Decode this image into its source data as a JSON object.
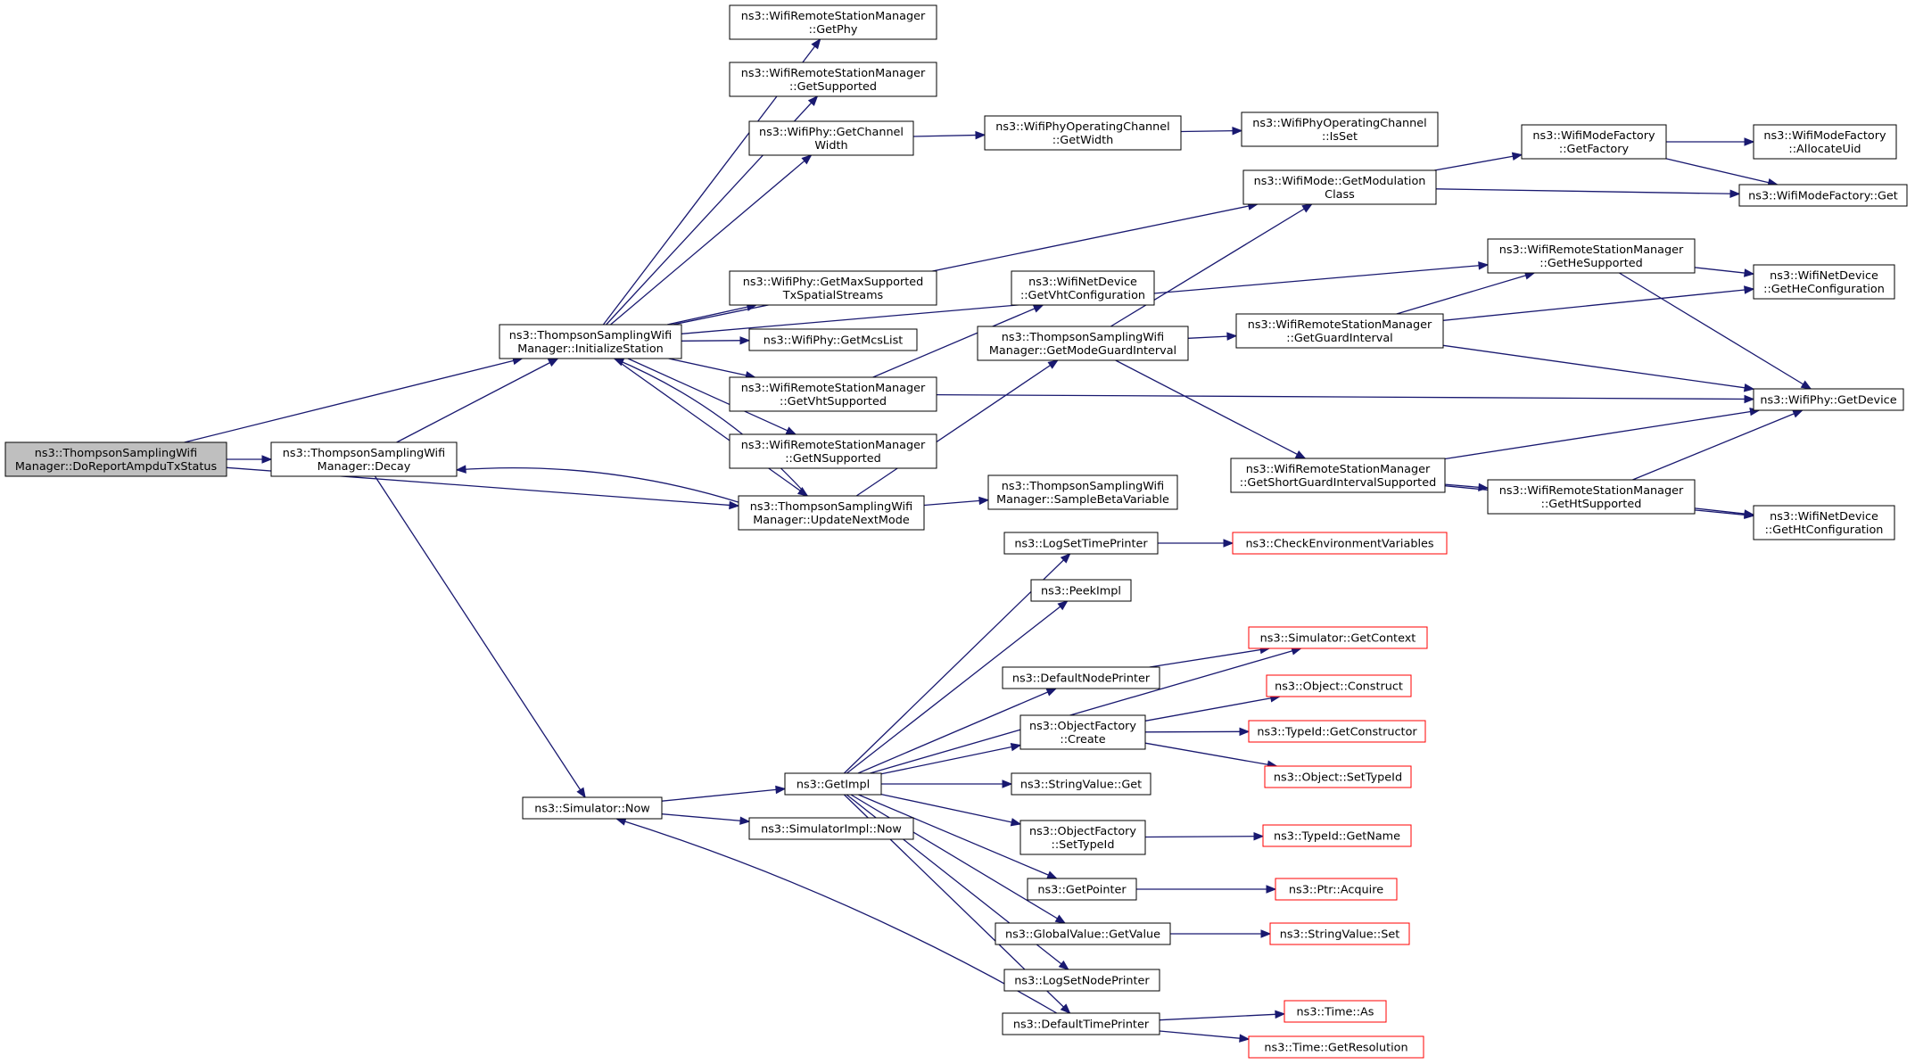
{
  "graph": {
    "nodes": {
      "dorep": [
        "ns3::ThompsonSamplingWifi",
        "Manager::DoReportAmpduTxStatus"
      ],
      "decay": [
        "ns3::ThompsonSamplingWifi",
        "Manager::Decay"
      ],
      "init": [
        "ns3::ThompsonSamplingWifi",
        "Manager::InitializeStation"
      ],
      "upd": [
        "ns3::ThompsonSamplingWifi",
        "Manager::UpdateNextMode"
      ],
      "simnow": [
        "ns3::Simulator::Now"
      ],
      "getphy": [
        "ns3::WifiRemoteStationManager",
        "::GetPhy"
      ],
      "getsup": [
        "ns3::WifiRemoteStationManager",
        "::GetSupported"
      ],
      "chw": [
        "ns3::WifiPhy::GetChannel",
        "Width"
      ],
      "maxsup": [
        "ns3::WifiPhy::GetMaxSupported",
        "TxSpatialStreams"
      ],
      "mcs": [
        "ns3::WifiPhy::GetMcsList"
      ],
      "vhtsup": [
        "ns3::WifiRemoteStationManager",
        "::GetVhtSupported"
      ],
      "nsup": [
        "ns3::WifiRemoteStationManager",
        "::GetNSupported"
      ],
      "beta": [
        "ns3::ThompsonSamplingWifi",
        "Manager::SampleBetaVariable"
      ],
      "getimpl": [
        "ns3::GetImpl"
      ],
      "implnow": [
        "ns3::SimulatorImpl::Now"
      ],
      "opwidth": [
        "ns3::WifiPhyOperatingChannel",
        "::GetWidth"
      ],
      "vhtconf": [
        "ns3::WifiNetDevice",
        "::GetVhtConfiguration"
      ],
      "mgi": [
        "ns3::ThompsonSamplingWifi",
        "Manager::GetModeGuardInterval"
      ],
      "opisset": [
        "ns3::WifiPhyOperatingChannel",
        "::IsSet"
      ],
      "modcls": [
        "ns3::WifiMode::GetModulation",
        "Class"
      ],
      "hesup": [
        "ns3::WifiRemoteStationManager",
        "::GetHeSupported"
      ],
      "gi": [
        "ns3::WifiRemoteStationManager",
        "::GetGuardInterval"
      ],
      "sgi": [
        "ns3::WifiRemoteStationManager",
        "::GetShortGuardIntervalSupported"
      ],
      "htsup": [
        "ns3::WifiRemoteStationManager",
        "::GetHtSupported"
      ],
      "mff": [
        "ns3::WifiModeFactory",
        "::GetFactory"
      ],
      "alloc": [
        "ns3::WifiModeFactory",
        "::AllocateUid"
      ],
      "mfget": [
        "ns3::WifiModeFactory::Get"
      ],
      "heconf": [
        "ns3::WifiNetDevice",
        "::GetHeConfiguration"
      ],
      "getdev": [
        "ns3::WifiPhy::GetDevice"
      ],
      "htconf": [
        "ns3::WifiNetDevice",
        "::GetHtConfiguration"
      ],
      "logtime": [
        "ns3::LogSetTimePrinter"
      ],
      "peek": [
        "ns3::PeekImpl"
      ],
      "dnp": [
        "ns3::DefaultNodePrinter"
      ],
      "ofc": [
        "ns3::ObjectFactory",
        "::Create"
      ],
      "svget": [
        "ns3::StringValue::Get"
      ],
      "ofst": [
        "ns3::ObjectFactory",
        "::SetTypeId"
      ],
      "getptr": [
        "ns3::GetPointer"
      ],
      "gvget": [
        "ns3::GlobalValue::GetValue"
      ],
      "lognode": [
        "ns3::LogSetNodePrinter"
      ],
      "dtp": [
        "ns3::DefaultTimePrinter"
      ],
      "checkenv": [
        "ns3::CheckEnvironmentVariables"
      ],
      "ctx": [
        "ns3::Simulator::GetContext"
      ],
      "objc": [
        "ns3::Object::Construct"
      ],
      "tictor": [
        "ns3::TypeId::GetConstructor"
      ],
      "objst": [
        "ns3::Object::SetTypeId"
      ],
      "tiname": [
        "ns3::TypeId::GetName"
      ],
      "acq": [
        "ns3::Ptr::Acquire"
      ],
      "svset": [
        "ns3::StringValue::Set"
      ],
      "timeas": [
        "ns3::Time::As"
      ],
      "timeres": [
        "ns3::Time::GetResolution"
      ]
    },
    "highlighted_node": "dorep",
    "external_nodes": [
      "checkenv",
      "ctx",
      "objc",
      "tictor",
      "objst",
      "tiname",
      "acq",
      "svset",
      "timeas",
      "timeres"
    ],
    "edges": [
      [
        "dorep",
        "decay"
      ],
      [
        "dorep",
        "init"
      ],
      [
        "dorep",
        "upd"
      ],
      [
        "decay",
        "init"
      ],
      [
        "decay",
        "simnow"
      ],
      [
        "init",
        "getphy"
      ],
      [
        "init",
        "getsup"
      ],
      [
        "init",
        "chw"
      ],
      [
        "init",
        "modcls"
      ],
      [
        "init",
        "hesup"
      ],
      [
        "init",
        "maxsup"
      ],
      [
        "init",
        "mcs"
      ],
      [
        "init",
        "vhtsup"
      ],
      [
        "init",
        "nsup"
      ],
      [
        "init",
        "upd"
      ],
      [
        "upd",
        "decay"
      ],
      [
        "upd",
        "init"
      ],
      [
        "upd",
        "mgi"
      ],
      [
        "upd",
        "beta"
      ],
      [
        "chw",
        "opwidth"
      ],
      [
        "opwidth",
        "opisset"
      ],
      [
        "vhtsup",
        "vhtconf"
      ],
      [
        "vhtsup",
        "getdev"
      ],
      [
        "mgi",
        "modcls"
      ],
      [
        "mgi",
        "gi"
      ],
      [
        "mgi",
        "sgi"
      ],
      [
        "modcls",
        "mff"
      ],
      [
        "modcls",
        "mfget"
      ],
      [
        "mff",
        "alloc"
      ],
      [
        "mff",
        "mfget"
      ],
      [
        "hesup",
        "heconf"
      ],
      [
        "hesup",
        "getdev"
      ],
      [
        "gi",
        "hesup"
      ],
      [
        "gi",
        "heconf"
      ],
      [
        "gi",
        "getdev"
      ],
      [
        "sgi",
        "getdev"
      ],
      [
        "sgi",
        "htsup"
      ],
      [
        "sgi",
        "htconf"
      ],
      [
        "htsup",
        "getdev"
      ],
      [
        "htsup",
        "htconf"
      ],
      [
        "simnow",
        "getimpl"
      ],
      [
        "simnow",
        "implnow"
      ],
      [
        "getimpl",
        "logtime"
      ],
      [
        "getimpl",
        "peek"
      ],
      [
        "getimpl",
        "ctx"
      ],
      [
        "getimpl",
        "dnp"
      ],
      [
        "getimpl",
        "ofc"
      ],
      [
        "getimpl",
        "svget"
      ],
      [
        "getimpl",
        "ofst"
      ],
      [
        "getimpl",
        "getptr"
      ],
      [
        "getimpl",
        "gvget"
      ],
      [
        "getimpl",
        "lognode"
      ],
      [
        "getimpl",
        "dtp"
      ],
      [
        "logtime",
        "checkenv"
      ],
      [
        "dnp",
        "ctx"
      ],
      [
        "ofc",
        "objc"
      ],
      [
        "ofc",
        "tictor"
      ],
      [
        "ofc",
        "objst"
      ],
      [
        "ofst",
        "tiname"
      ],
      [
        "getptr",
        "acq"
      ],
      [
        "gvget",
        "svset"
      ],
      [
        "dtp",
        "timeas"
      ],
      [
        "dtp",
        "timeres"
      ],
      [
        "dtp",
        "simnow"
      ]
    ]
  },
  "colors": {
    "edge": "#191970",
    "node_border": "#000000",
    "node_fill": "#ffffff",
    "highlight_fill": "#bfbfbf",
    "external_border": "#ff0000",
    "background": "#ffffff"
  }
}
